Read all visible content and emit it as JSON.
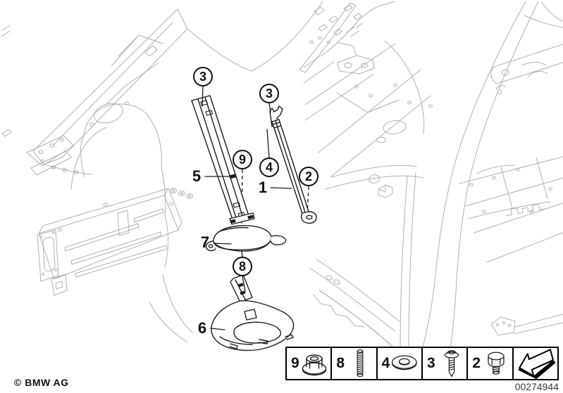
{
  "page": {
    "copyright": "© BMW AG",
    "part_number": "00274944"
  },
  "colors": {
    "paper": "#ffffff",
    "foreground_line": "#1c1c1c",
    "background_line": "#b0b0b0",
    "legend_border": "#000000"
  },
  "diagram": {
    "callouts": [
      {
        "label": "3",
        "style": "circled"
      },
      {
        "label": "3",
        "style": "circled"
      },
      {
        "label": "9",
        "style": "circled"
      },
      {
        "label": "4",
        "style": "circled"
      },
      {
        "label": "2",
        "style": "circled"
      },
      {
        "label": "8",
        "style": "circled"
      },
      {
        "label": "5",
        "style": "plain"
      },
      {
        "label": "1",
        "style": "plain"
      },
      {
        "label": "7",
        "style": "plain"
      },
      {
        "label": "6",
        "style": "plain"
      }
    ]
  },
  "legend": {
    "items": [
      {
        "number": "9",
        "icon": "flange-nut-icon"
      },
      {
        "number": "8",
        "icon": "stud-icon"
      },
      {
        "number": "4",
        "icon": "washer-icon"
      },
      {
        "number": "3",
        "icon": "flange-screw-icon"
      },
      {
        "number": "2",
        "icon": "hex-bolt-icon"
      },
      {
        "number": "",
        "icon": "direction-arrow-icon"
      }
    ]
  }
}
